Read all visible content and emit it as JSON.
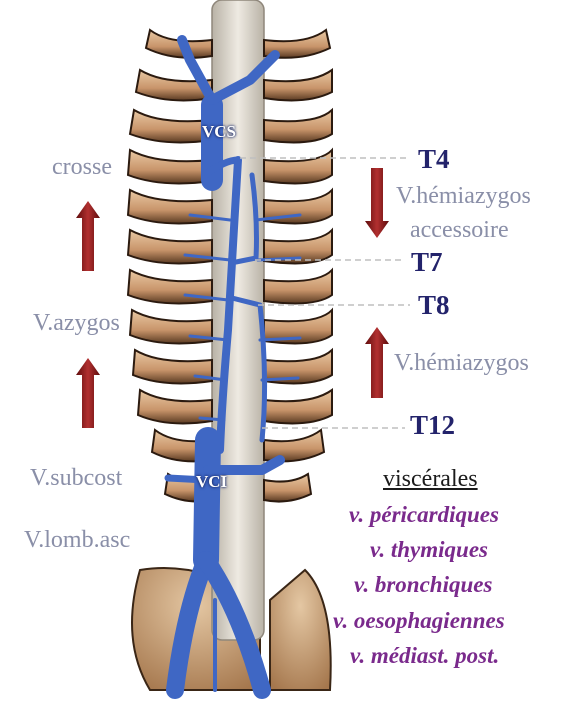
{
  "labels": {
    "left": {
      "crosse": "crosse",
      "azygos": "V.azygos",
      "subcost": "V.subcost",
      "lomb_asc": "V.lomb.asc"
    },
    "right": {
      "hemiazygos_acc_line1": "V.hémiazygos",
      "hemiazygos_acc_line2": "accessoire",
      "hemiazygos": "V.hémiazygos"
    },
    "levels": [
      "T4",
      "T7",
      "T8",
      "T12"
    ],
    "veins_on_image": {
      "vcs": "VCS",
      "vci": "VCI"
    },
    "visceral": {
      "title": "viscérales",
      "items": [
        "v. péricardiques",
        "v. thymiques",
        "v. bronchiques",
        "v. oesophagiennes",
        "v. médiast. post."
      ]
    }
  },
  "colors": {
    "vein_blue": "#3f67c4",
    "arrow_red": "#8b1a1a",
    "label_gray": "#8a8fa8",
    "level_navy": "#23236b",
    "visceral_purple": "#7a2a8c"
  }
}
